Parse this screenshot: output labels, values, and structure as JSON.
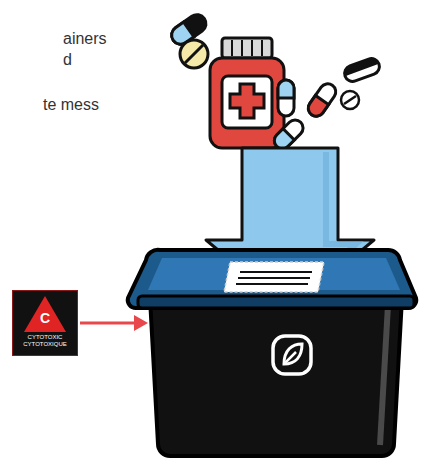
{
  "diagram": {
    "nodes": [
      {
        "text": [
          "C",
          "CYTOTOXIC CYTOTOXIQUE"
        ]
      }
    ],
    "labels": [
      "ainers",
      "d",
      "te mess"
    ]
  }
}
